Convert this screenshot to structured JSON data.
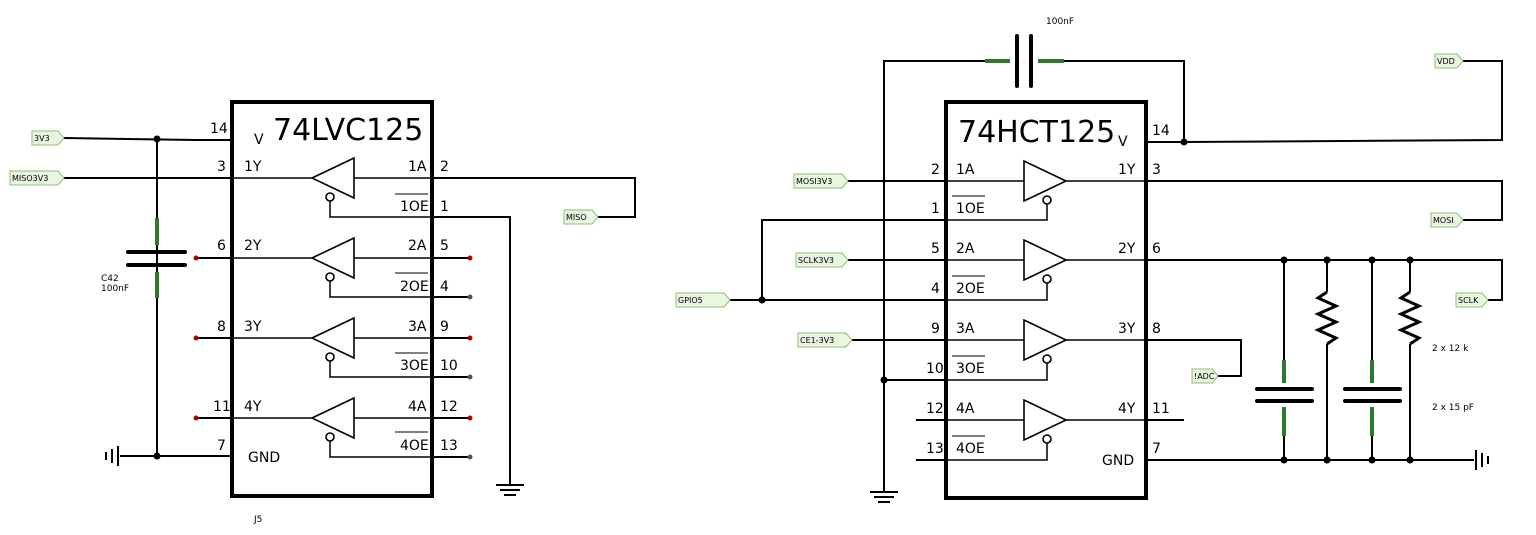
{
  "chip_left": {
    "name": "74LVC125",
    "v_label": "V",
    "gnd_label": "GND",
    "pins_left": [
      {
        "num": "14",
        "name": ""
      },
      {
        "num": "3",
        "name": "1Y"
      },
      {
        "num": "6",
        "name": "2Y"
      },
      {
        "num": "8",
        "name": "3Y"
      },
      {
        "num": "11",
        "name": "4Y"
      },
      {
        "num": "7",
        "name": "GND"
      }
    ],
    "pins_right": [
      {
        "num": "2",
        "name": "1A"
      },
      {
        "num": "1",
        "name": "1OE"
      },
      {
        "num": "5",
        "name": "2A"
      },
      {
        "num": "4",
        "name": "2OE"
      },
      {
        "num": "9",
        "name": "3A"
      },
      {
        "num": "10",
        "name": "3OE"
      },
      {
        "num": "12",
        "name": "4A"
      },
      {
        "num": "13",
        "name": "4OE"
      }
    ],
    "ref": "J5"
  },
  "chip_right": {
    "name": "74HCT125",
    "v_label": "V",
    "gnd_label": "GND",
    "pins_left": [
      {
        "num": "2",
        "name": "1A"
      },
      {
        "num": "1",
        "name": "1OE"
      },
      {
        "num": "5",
        "name": "2A"
      },
      {
        "num": "4",
        "name": "2OE"
      },
      {
        "num": "9",
        "name": "3A"
      },
      {
        "num": "10",
        "name": "3OE"
      },
      {
        "num": "12",
        "name": "4A"
      },
      {
        "num": "13",
        "name": "4OE"
      }
    ],
    "pins_right": [
      {
        "num": "14",
        "name": ""
      },
      {
        "num": "3",
        "name": "1Y"
      },
      {
        "num": "6",
        "name": "2Y"
      },
      {
        "num": "8",
        "name": "3Y"
      },
      {
        "num": "11",
        "name": "4Y"
      },
      {
        "num": "7",
        "name": "GND"
      }
    ]
  },
  "nets": {
    "v3v3": "3V3",
    "miso3v3": "MISO3V3",
    "miso": "MISO",
    "mosi3v3": "MOSI3V3",
    "sclk3v3": "SCLK3V3",
    "ce1_3v3": "CE1-3V3",
    "gpio5": "GPIO5",
    "vdd": "VDD",
    "mosi": "MOSI",
    "sclk": "SCLK",
    "adc": "!ADC"
  },
  "components": {
    "c42_ref": "C42",
    "c42_val": "100nF",
    "cap_top_val": "100nF",
    "res_val": "2 x 12 k",
    "cap_val": "2 x 15 pF"
  }
}
